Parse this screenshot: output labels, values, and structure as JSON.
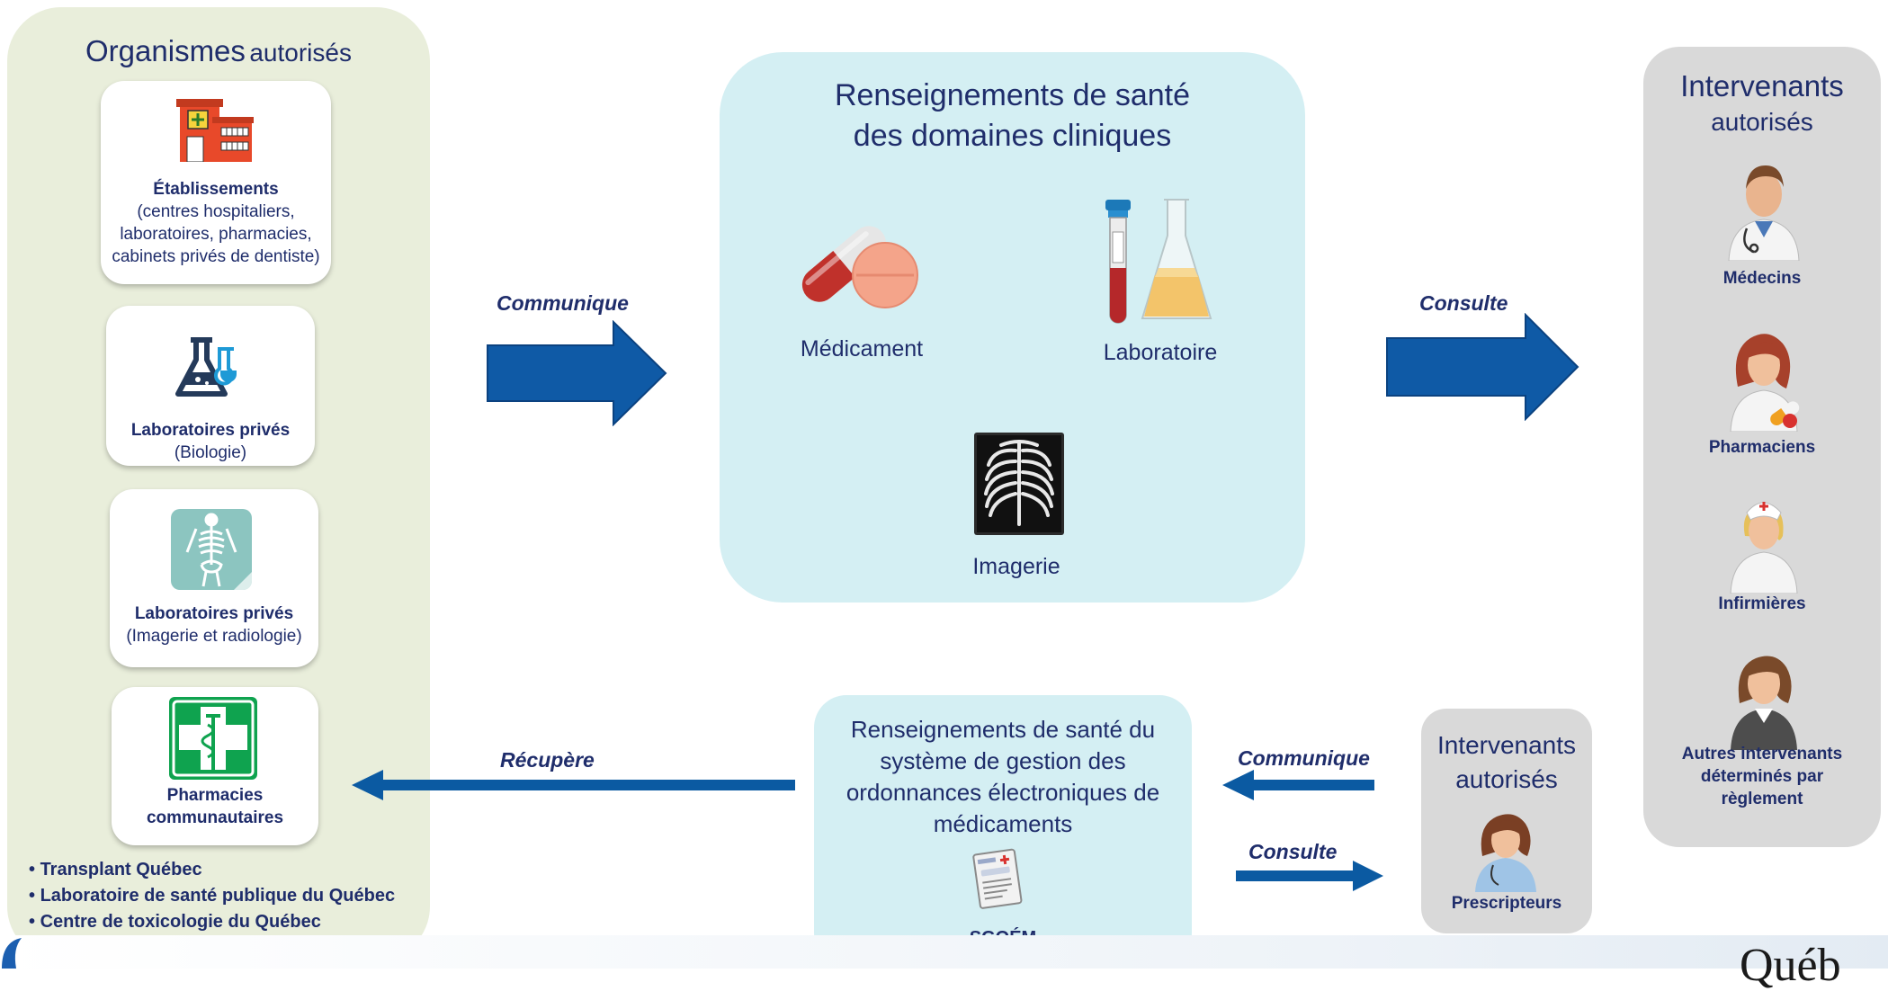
{
  "left": {
    "title_main": "Organismes",
    "title_sub": "autorisés",
    "cards": [
      {
        "title": "Établissements",
        "desc_lines": [
          "(centres hospitaliers,",
          "laboratoires, pharmacies,",
          "cabinets privés de dentiste)"
        ],
        "icon": "hospital-icon"
      },
      {
        "title": "Laboratoires privés",
        "desc_lines": [
          "(Biologie)"
        ],
        "icon": "lab-flask-icon"
      },
      {
        "title": "Laboratoires privés",
        "desc_lines": [
          "(Imagerie et radiologie)"
        ],
        "icon": "skeleton-xray-icon"
      },
      {
        "title_lines": [
          "Pharmacies",
          "communautaires"
        ],
        "icon": "pharmacy-cross-icon"
      }
    ],
    "orgs": [
      "Transplant Québec",
      "Laboratoire de santé publique du Québec",
      "Centre de toxicologie du Québec"
    ]
  },
  "center": {
    "title_lines": [
      "Renseignements de santé",
      "des domaines cliniques"
    ],
    "items": [
      {
        "label": "Médicament",
        "icon": "pill-icon"
      },
      {
        "label": "Laboratoire",
        "icon": "test-tube-flask-icon"
      },
      {
        "label": "Imagerie",
        "icon": "xray-ribcage-icon"
      }
    ]
  },
  "right": {
    "title_lines": [
      "Intervenants",
      "autorisés"
    ],
    "actors": [
      {
        "lines": [
          "Médecins"
        ],
        "icon": "doctor-icon"
      },
      {
        "lines": [
          "Pharmaciens"
        ],
        "icon": "pharmacist-icon"
      },
      {
        "lines": [
          "Infirmières"
        ],
        "icon": "nurse-icon"
      },
      {
        "lines": [
          "Autres intervenants",
          "déterminés par",
          "règlement"
        ],
        "icon": "other-professional-icon"
      }
    ]
  },
  "sgoem": {
    "title_lines": [
      "Renseignements de santé du",
      "système de gestion des",
      "ordonnances électroniques de",
      "médicaments"
    ],
    "label": "SGOÉM",
    "icon": "prescription-document-icon"
  },
  "prescripteurs": {
    "title_lines": [
      "Intervenants",
      "autorisés"
    ],
    "label": "Prescripteurs",
    "icon": "prescriber-icon"
  },
  "arrows": {
    "communique_top": "Communique",
    "consulte_top": "Consulte",
    "recupere": "Récupère",
    "communique_bottom": "Communique",
    "consulte_bottom": "Consulte"
  },
  "footer": {
    "wordmark_partial": "Québ"
  },
  "colors": {
    "arrow_blue": "#0f5aa6",
    "arrow_dark": "#0b4f95",
    "left_panel": "#e9eedb",
    "center_panel": "#d4eff3",
    "right_panel": "#d9d9d9",
    "text_navy": "#1f2d6b"
  }
}
